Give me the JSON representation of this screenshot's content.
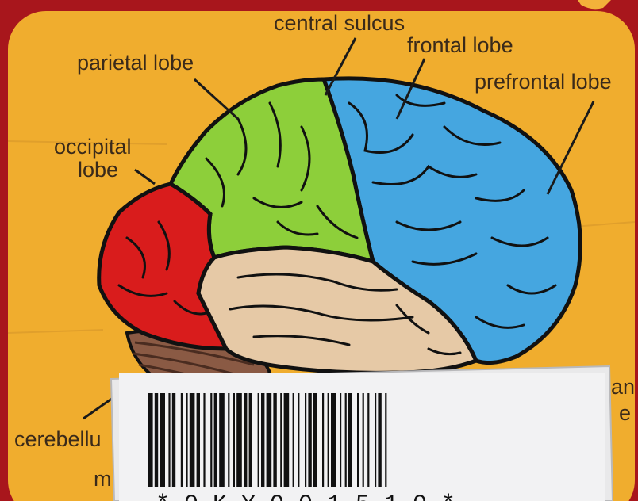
{
  "labels": {
    "central_sulcus": "central sulcus",
    "frontal_lobe": "frontal lobe",
    "parietal_lobe": "parietal lobe",
    "prefrontal_lobe": "prefrontal lobe",
    "occipital_line1": "occipital",
    "occipital_line2": "lobe",
    "cerebellum_partial": "cerebellu",
    "bottom_left_partial": "m",
    "right_partial_1": "an",
    "right_partial_2": "e"
  },
  "barcode": {
    "text": "* 0 K Y 0 0 1 5 1 0 *"
  },
  "colors": {
    "background_border": "#a8161c",
    "poster": "#f0ad2e",
    "frontal": "#45a6e0",
    "parietal": "#8dcf3a",
    "occipital": "#d91c1c",
    "temporal": "#e6c9a6",
    "cerebellum": "#8a5a44",
    "outline": "#111111"
  }
}
